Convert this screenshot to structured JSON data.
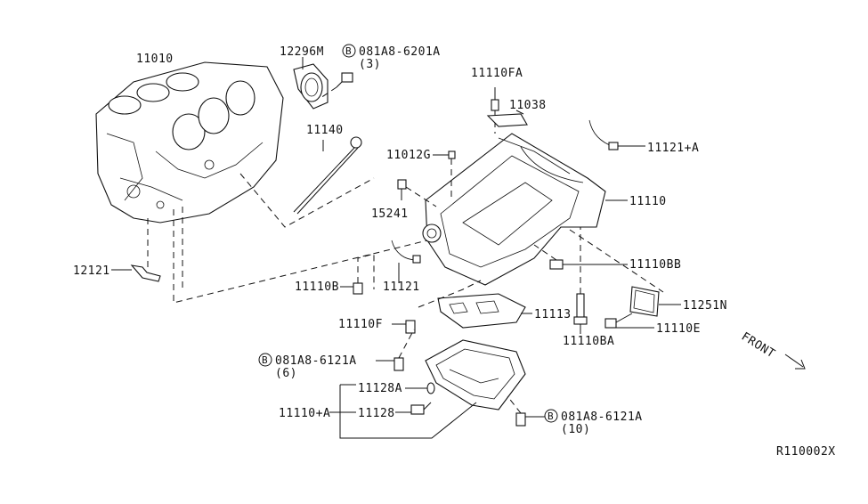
{
  "diagram": {
    "reference_code": "R110002X",
    "direction_label": "FRONT",
    "callouts": [
      {
        "id": "11010",
        "text": "11010"
      },
      {
        "id": "12296M",
        "text": "12296M"
      },
      {
        "id": "b-081a8-6201a",
        "text": "081A8-6201A"
      },
      {
        "id": "b-081a8-6201a-qty",
        "text": "(3)"
      },
      {
        "id": "11110FA",
        "text": "11110FA"
      },
      {
        "id": "11038",
        "text": "11038"
      },
      {
        "id": "11121A",
        "text": "11121+A"
      },
      {
        "id": "11140",
        "text": "11140"
      },
      {
        "id": "11012G",
        "text": "11012G"
      },
      {
        "id": "11110",
        "text": "11110"
      },
      {
        "id": "15241",
        "text": "15241"
      },
      {
        "id": "12121",
        "text": "12121"
      },
      {
        "id": "11110BB",
        "text": "11110BB"
      },
      {
        "id": "11110B",
        "text": "11110B"
      },
      {
        "id": "11121",
        "text": "11121"
      },
      {
        "id": "11251N",
        "text": "11251N"
      },
      {
        "id": "11110F",
        "text": "11110F"
      },
      {
        "id": "11113",
        "text": "11113"
      },
      {
        "id": "11110E",
        "text": "11110E"
      },
      {
        "id": "11110BA",
        "text": "11110BA"
      },
      {
        "id": "b-081a8-6121a-6",
        "text": "081A8-6121A"
      },
      {
        "id": "b-081a8-6121a-6-qty",
        "text": "(6)"
      },
      {
        "id": "11128A",
        "text": "11128A"
      },
      {
        "id": "11110A",
        "text": "11110+A"
      },
      {
        "id": "11128",
        "text": "11128"
      },
      {
        "id": "b-081a8-6121a-10",
        "text": "081A8-6121A"
      },
      {
        "id": "b-081a8-6121a-10-qty",
        "text": "(10)"
      }
    ],
    "bolt_symbol": "B"
  }
}
